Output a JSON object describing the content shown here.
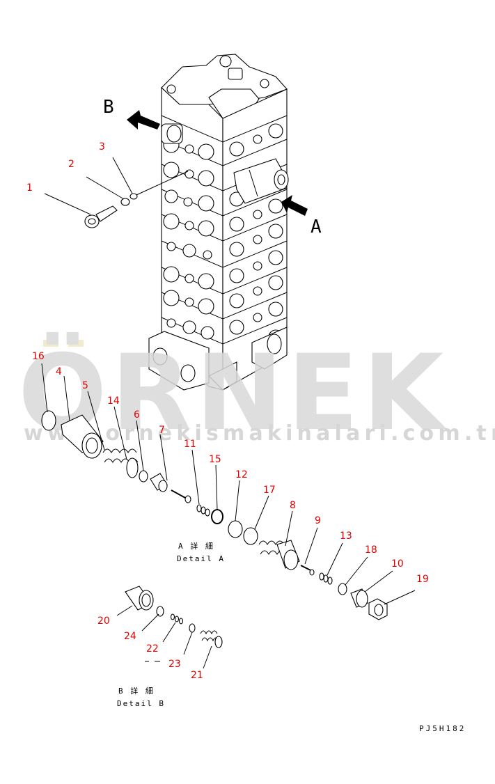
{
  "watermark": {
    "word": "ÖRNEK",
    "url": "www.ornekismakinalari.com.tr"
  },
  "view_labels": {
    "a": "A",
    "b": "B"
  },
  "callouts": [
    "1",
    "2",
    "3",
    "4",
    "5",
    "6",
    "7",
    "8",
    "9",
    "10",
    "11",
    "12",
    "13",
    "14",
    "15",
    "16",
    "17",
    "18",
    "19",
    "20",
    "21",
    "22",
    "23",
    "24"
  ],
  "detail_a": {
    "title": "A 詳 細",
    "subtitle": "Detail A"
  },
  "detail_b": {
    "title": "B 詳 細",
    "subtitle": "Detail B"
  },
  "drawing_code": "PJ5H182",
  "colors": {
    "callout": "#e60000",
    "watermark": "#d9d9d9",
    "watermark_accent": "#f2e6c2"
  }
}
